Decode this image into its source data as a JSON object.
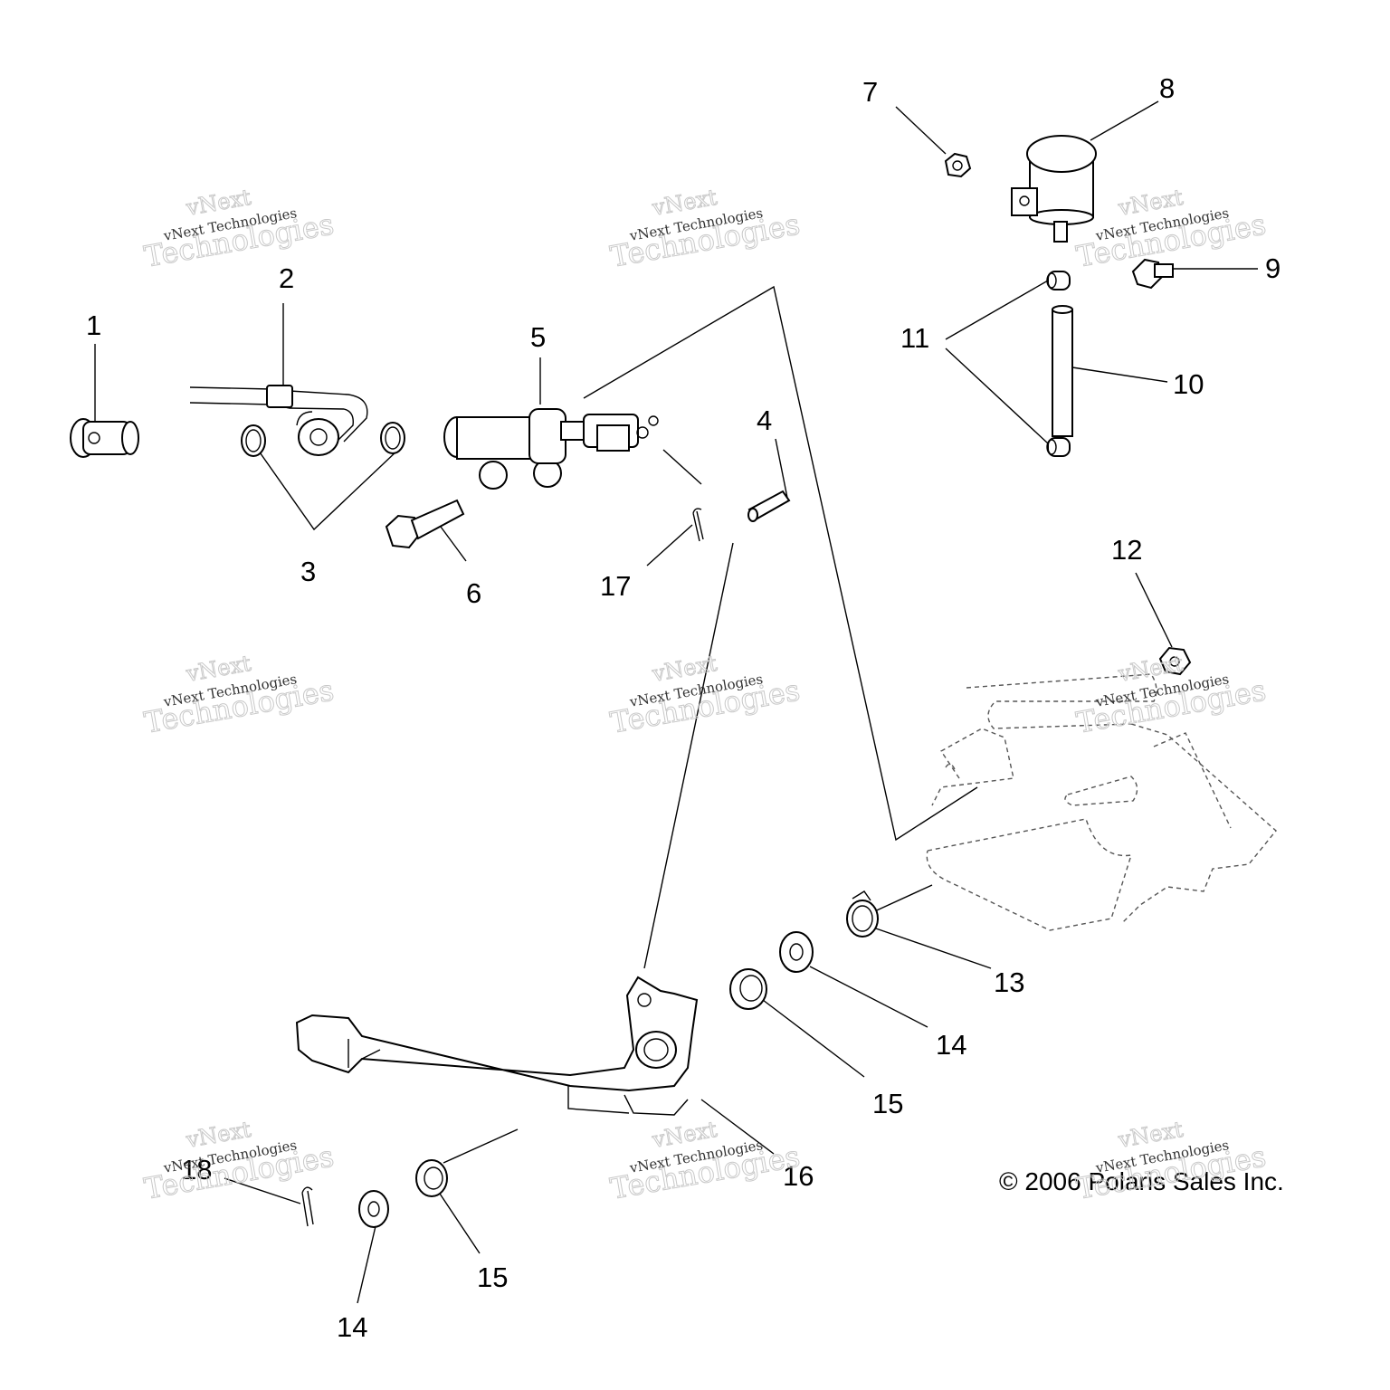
{
  "diagram": {
    "callouts": [
      "1",
      "2",
      "3",
      "4",
      "5",
      "6",
      "7",
      "8",
      "9",
      "10",
      "11",
      "12",
      "13",
      "14",
      "14",
      "15",
      "15",
      "16",
      "17",
      "18"
    ],
    "copyright": "© 2006 Polaris Sales Inc.",
    "watermark": {
      "line1": "vNext",
      "line2": "vNext Technologies",
      "line3": "Technologies"
    }
  }
}
